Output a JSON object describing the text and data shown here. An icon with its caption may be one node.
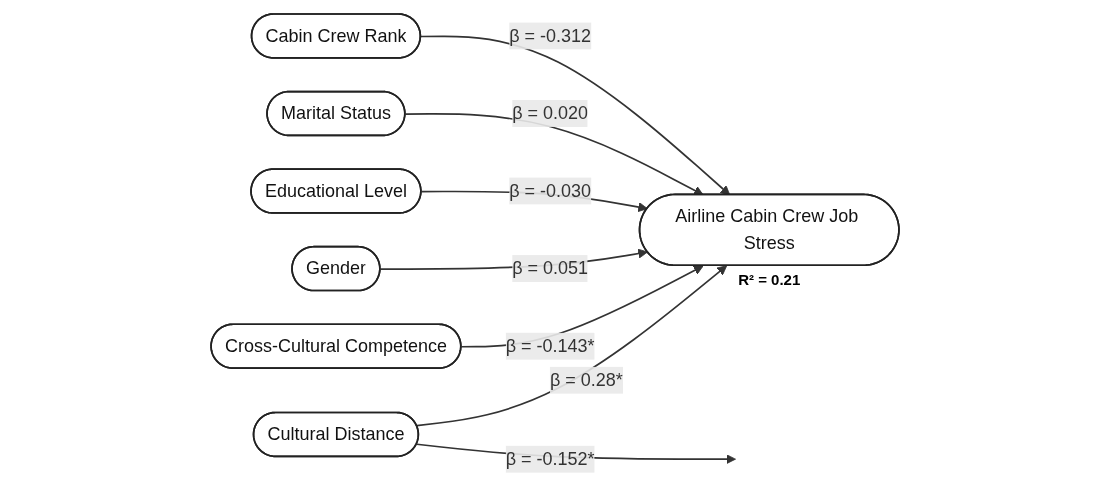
{
  "diagram": {
    "nodes": [
      {
        "text": [
          "Cultural Distance"
        ]
      },
      {
        "text": [
          "Cross-Cultural Competence"
        ]
      },
      {
        "text": [
          "Airline Cabin Crew Job Stress"
        ],
        "beside": [
          "R² = 0.21"
        ]
      },
      {
        "text": [
          "Gender"
        ]
      },
      {
        "text": [
          "Educational Level"
        ]
      },
      {
        "text": [
          "Marital Status"
        ]
      },
      {
        "text": [
          "Cabin Crew Rank"
        ]
      }
    ],
    "edges": [
      {
        "from": 0,
        "to": 2,
        "arrow": "to",
        "label": "β = 0.28*"
      },
      {
        "from": 0,
        "to": null,
        "arrow": "to",
        "label": "β = -0.152*"
      },
      {
        "from": 1,
        "to": 2,
        "arrow": "to",
        "label": "β = -0.143*"
      },
      {
        "from": 3,
        "to": 2,
        "arrow": "to",
        "label": "β = 0.051"
      },
      {
        "from": 4,
        "to": 2,
        "arrow": "to",
        "label": "β = -0.030"
      },
      {
        "from": 5,
        "to": 2,
        "arrow": "to",
        "label": "β = 0.020"
      },
      {
        "from": 6,
        "to": 2,
        "arrow": "to",
        "label": "β = -0.312"
      }
    ]
  }
}
